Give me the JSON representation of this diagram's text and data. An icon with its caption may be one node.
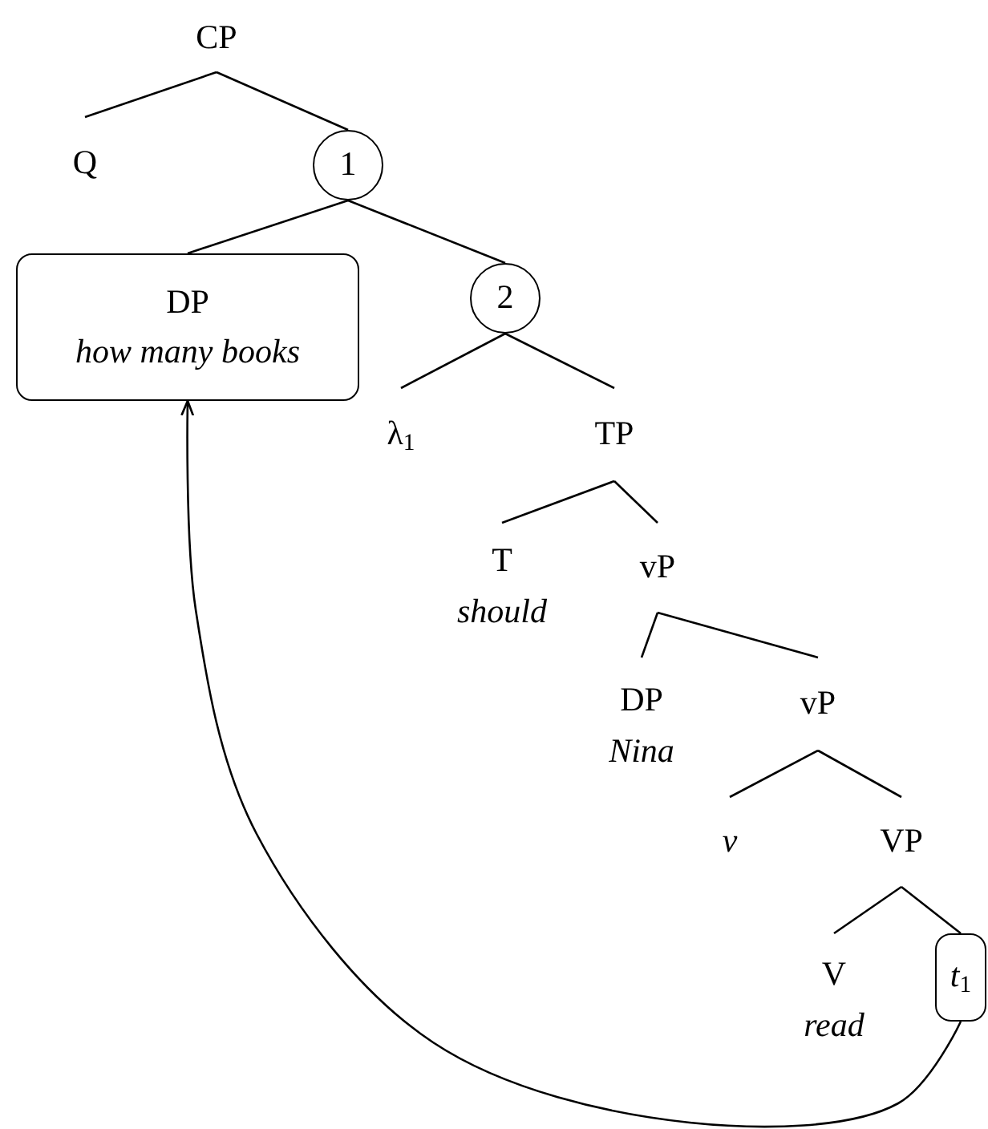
{
  "diagram": {
    "nodes": [
      {
        "text": [
          "CP"
        ]
      },
      {
        "text": [
          "Q"
        ]
      },
      {
        "text": [
          "1"
        ]
      },
      {
        "text": [
          "DP",
          "how many books"
        ]
      },
      {
        "text": [
          "2"
        ]
      },
      {
        "text": [
          "λ$_{1}$"
        ]
      },
      {
        "text": [
          "TP"
        ]
      },
      {
        "text": [
          "T",
          "should"
        ]
      },
      {
        "text": [
          "vP"
        ]
      },
      {
        "text": [
          "DP",
          "Nina"
        ]
      },
      {
        "text": [
          "vP"
        ]
      },
      {
        "text": [
          "*v*"
        ]
      },
      {
        "text": [
          "VP"
        ]
      },
      {
        "text": [
          "V",
          "read"
        ]
      },
      {
        "text": [
          "*t*$_{1}$"
        ]
      }
    ],
    "edges": [
      {
        "from": 0,
        "to": 1,
        "arrow": "none"
      },
      {
        "from": 0,
        "to": 2,
        "arrow": "none"
      },
      {
        "from": 2,
        "to": 3,
        "arrow": "none"
      },
      {
        "from": 2,
        "to": 4,
        "arrow": "none"
      },
      {
        "from": 4,
        "to": 5,
        "arrow": "none"
      },
      {
        "from": 4,
        "to": 6,
        "arrow": "none"
      },
      {
        "from": 6,
        "to": 7,
        "arrow": "none"
      },
      {
        "from": 6,
        "to": 8,
        "arrow": "none"
      },
      {
        "from": 8,
        "to": 9,
        "arrow": "none"
      },
      {
        "from": 8,
        "to": 10,
        "arrow": "none"
      },
      {
        "from": 10,
        "to": 11,
        "arrow": "none"
      },
      {
        "from": 10,
        "to": 12,
        "arrow": "none"
      },
      {
        "from": 12,
        "to": 13,
        "arrow": "none"
      },
      {
        "from": 12,
        "to": 14,
        "arrow": "none"
      },
      {
        "from": 14,
        "to": 3,
        "arrow": "to"
      }
    ]
  }
}
